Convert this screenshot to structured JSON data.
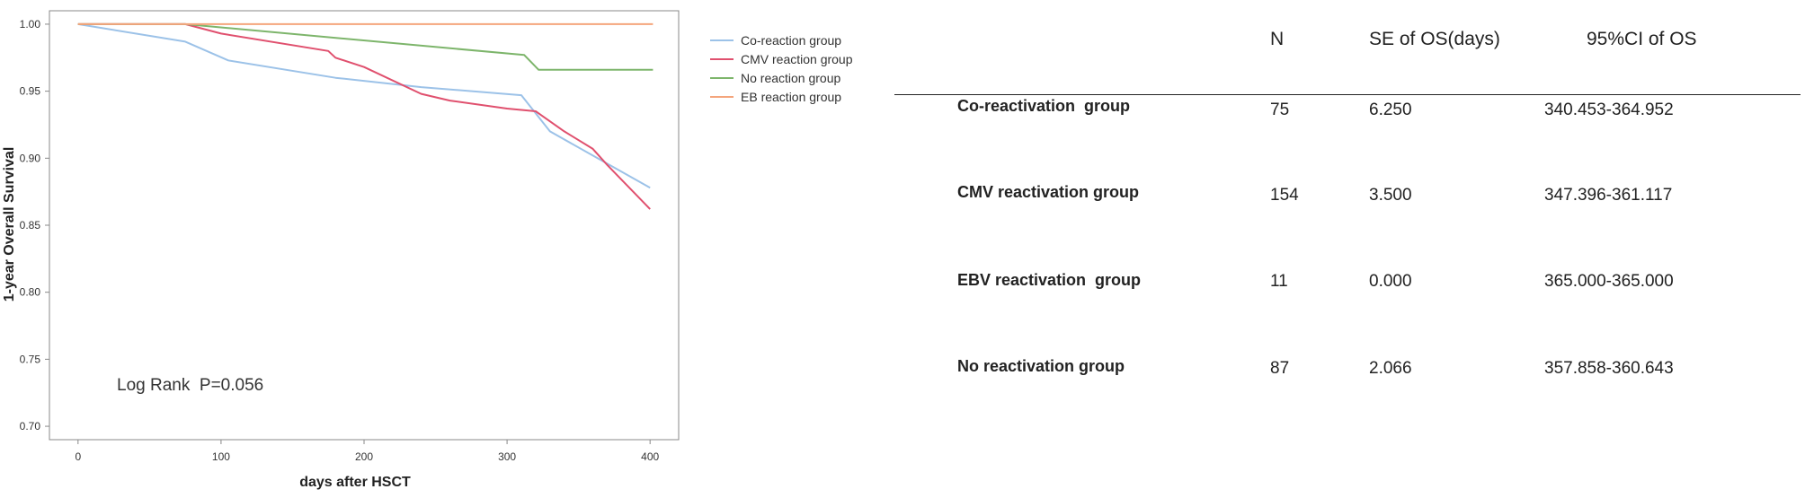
{
  "chart_data": {
    "type": "line",
    "xlabel": "days after HSCT",
    "ylabel": "1-year Overall Survival",
    "xlim": [
      -20,
      420
    ],
    "ylim": [
      0.69,
      1.01
    ],
    "xticks": [
      0,
      100,
      200,
      300,
      400
    ],
    "yticks": [
      0.7,
      0.75,
      0.8,
      0.85,
      0.9,
      0.95,
      1.0
    ],
    "legend_position": "top-right",
    "annotation": "Log Rank  P=0.056",
    "series": [
      {
        "name": "Co-reaction group",
        "color": "#9cc2e8",
        "x": [
          0,
          75,
          105,
          180,
          240,
          310,
          330,
          400
        ],
        "y": [
          1.0,
          0.987,
          0.973,
          0.96,
          0.953,
          0.947,
          0.92,
          0.878
        ]
      },
      {
        "name": "CMV reaction group",
        "color": "#e0506e",
        "x": [
          0,
          75,
          100,
          175,
          180,
          200,
          240,
          260,
          300,
          320,
          340,
          360,
          370,
          400
        ],
        "y": [
          1.0,
          1.0,
          0.993,
          0.98,
          0.975,
          0.968,
          0.948,
          0.943,
          0.937,
          0.935,
          0.92,
          0.907,
          0.895,
          0.862
        ]
      },
      {
        "name": "No reaction group",
        "color": "#7db56b",
        "x": [
          0,
          75,
          312,
          322,
          402
        ],
        "y": [
          1.0,
          1.0,
          0.977,
          0.966,
          0.966
        ]
      },
      {
        "name": "EB reaction group",
        "color": "#f4a57c",
        "x": [
          0,
          402
        ],
        "y": [
          1.0,
          1.0
        ]
      }
    ]
  },
  "table": {
    "headers": [
      "N",
      "SE of OS(days)",
      "95%CI of OS"
    ],
    "rows": [
      {
        "name": "Co-reactivation  group",
        "n": "75",
        "se": "6.250",
        "ci": "340.453-364.952"
      },
      {
        "name": "CMV reactivation group",
        "n": "154",
        "se": "3.500",
        "ci": "347.396-361.117"
      },
      {
        "name": "EBV reactivation  group",
        "n": "11",
        "se": "0.000",
        "ci": "365.000-365.000"
      },
      {
        "name": "No reactivation group",
        "n": "87",
        "se": "2.066",
        "ci": "357.858-360.643"
      }
    ]
  }
}
